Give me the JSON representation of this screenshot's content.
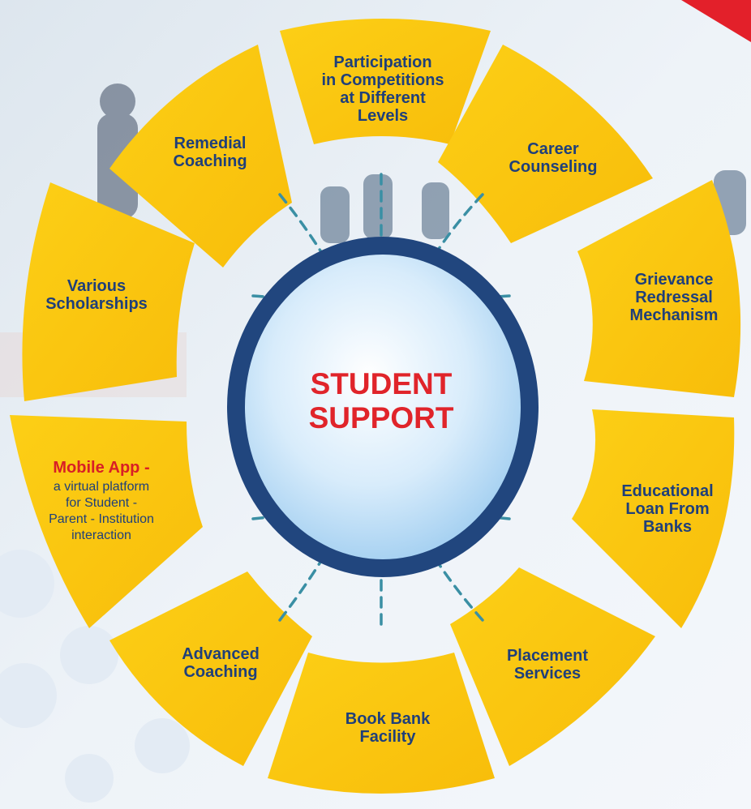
{
  "center": {
    "title": "STUDENT\nSUPPORT"
  },
  "petals": [
    {
      "id": "participation",
      "label": "Participation\nin Competitions\nat Different\nLevels"
    },
    {
      "id": "career",
      "label": "Career\nCounseling"
    },
    {
      "id": "grievance",
      "label": "Grievance\nRedressal\nMechanism"
    },
    {
      "id": "loan",
      "label": "Educational\nLoan From\nBanks"
    },
    {
      "id": "placement",
      "label": "Placement\nServices"
    },
    {
      "id": "bookbank",
      "label": "Book Bank\nFacility"
    },
    {
      "id": "advanced",
      "label": "Advanced\nCoaching"
    },
    {
      "id": "remedial",
      "label": "Remedial\nCoaching"
    },
    {
      "id": "scholarships",
      "label": "Various\nScholarships"
    }
  ],
  "mobile_app": {
    "title": "Mobile App",
    "dash": " -",
    "description": "a virtual platform\nfor Student -\nParent - Institution\ninteraction"
  },
  "colors": {
    "petal": "#fbc511",
    "ring": "#21467e",
    "center_fill": "#cfe6fb",
    "title_red": "#e0242a",
    "label_blue": "#1f3f7a",
    "connector": "#3a8fa4",
    "corner_red": "#e3202a"
  }
}
